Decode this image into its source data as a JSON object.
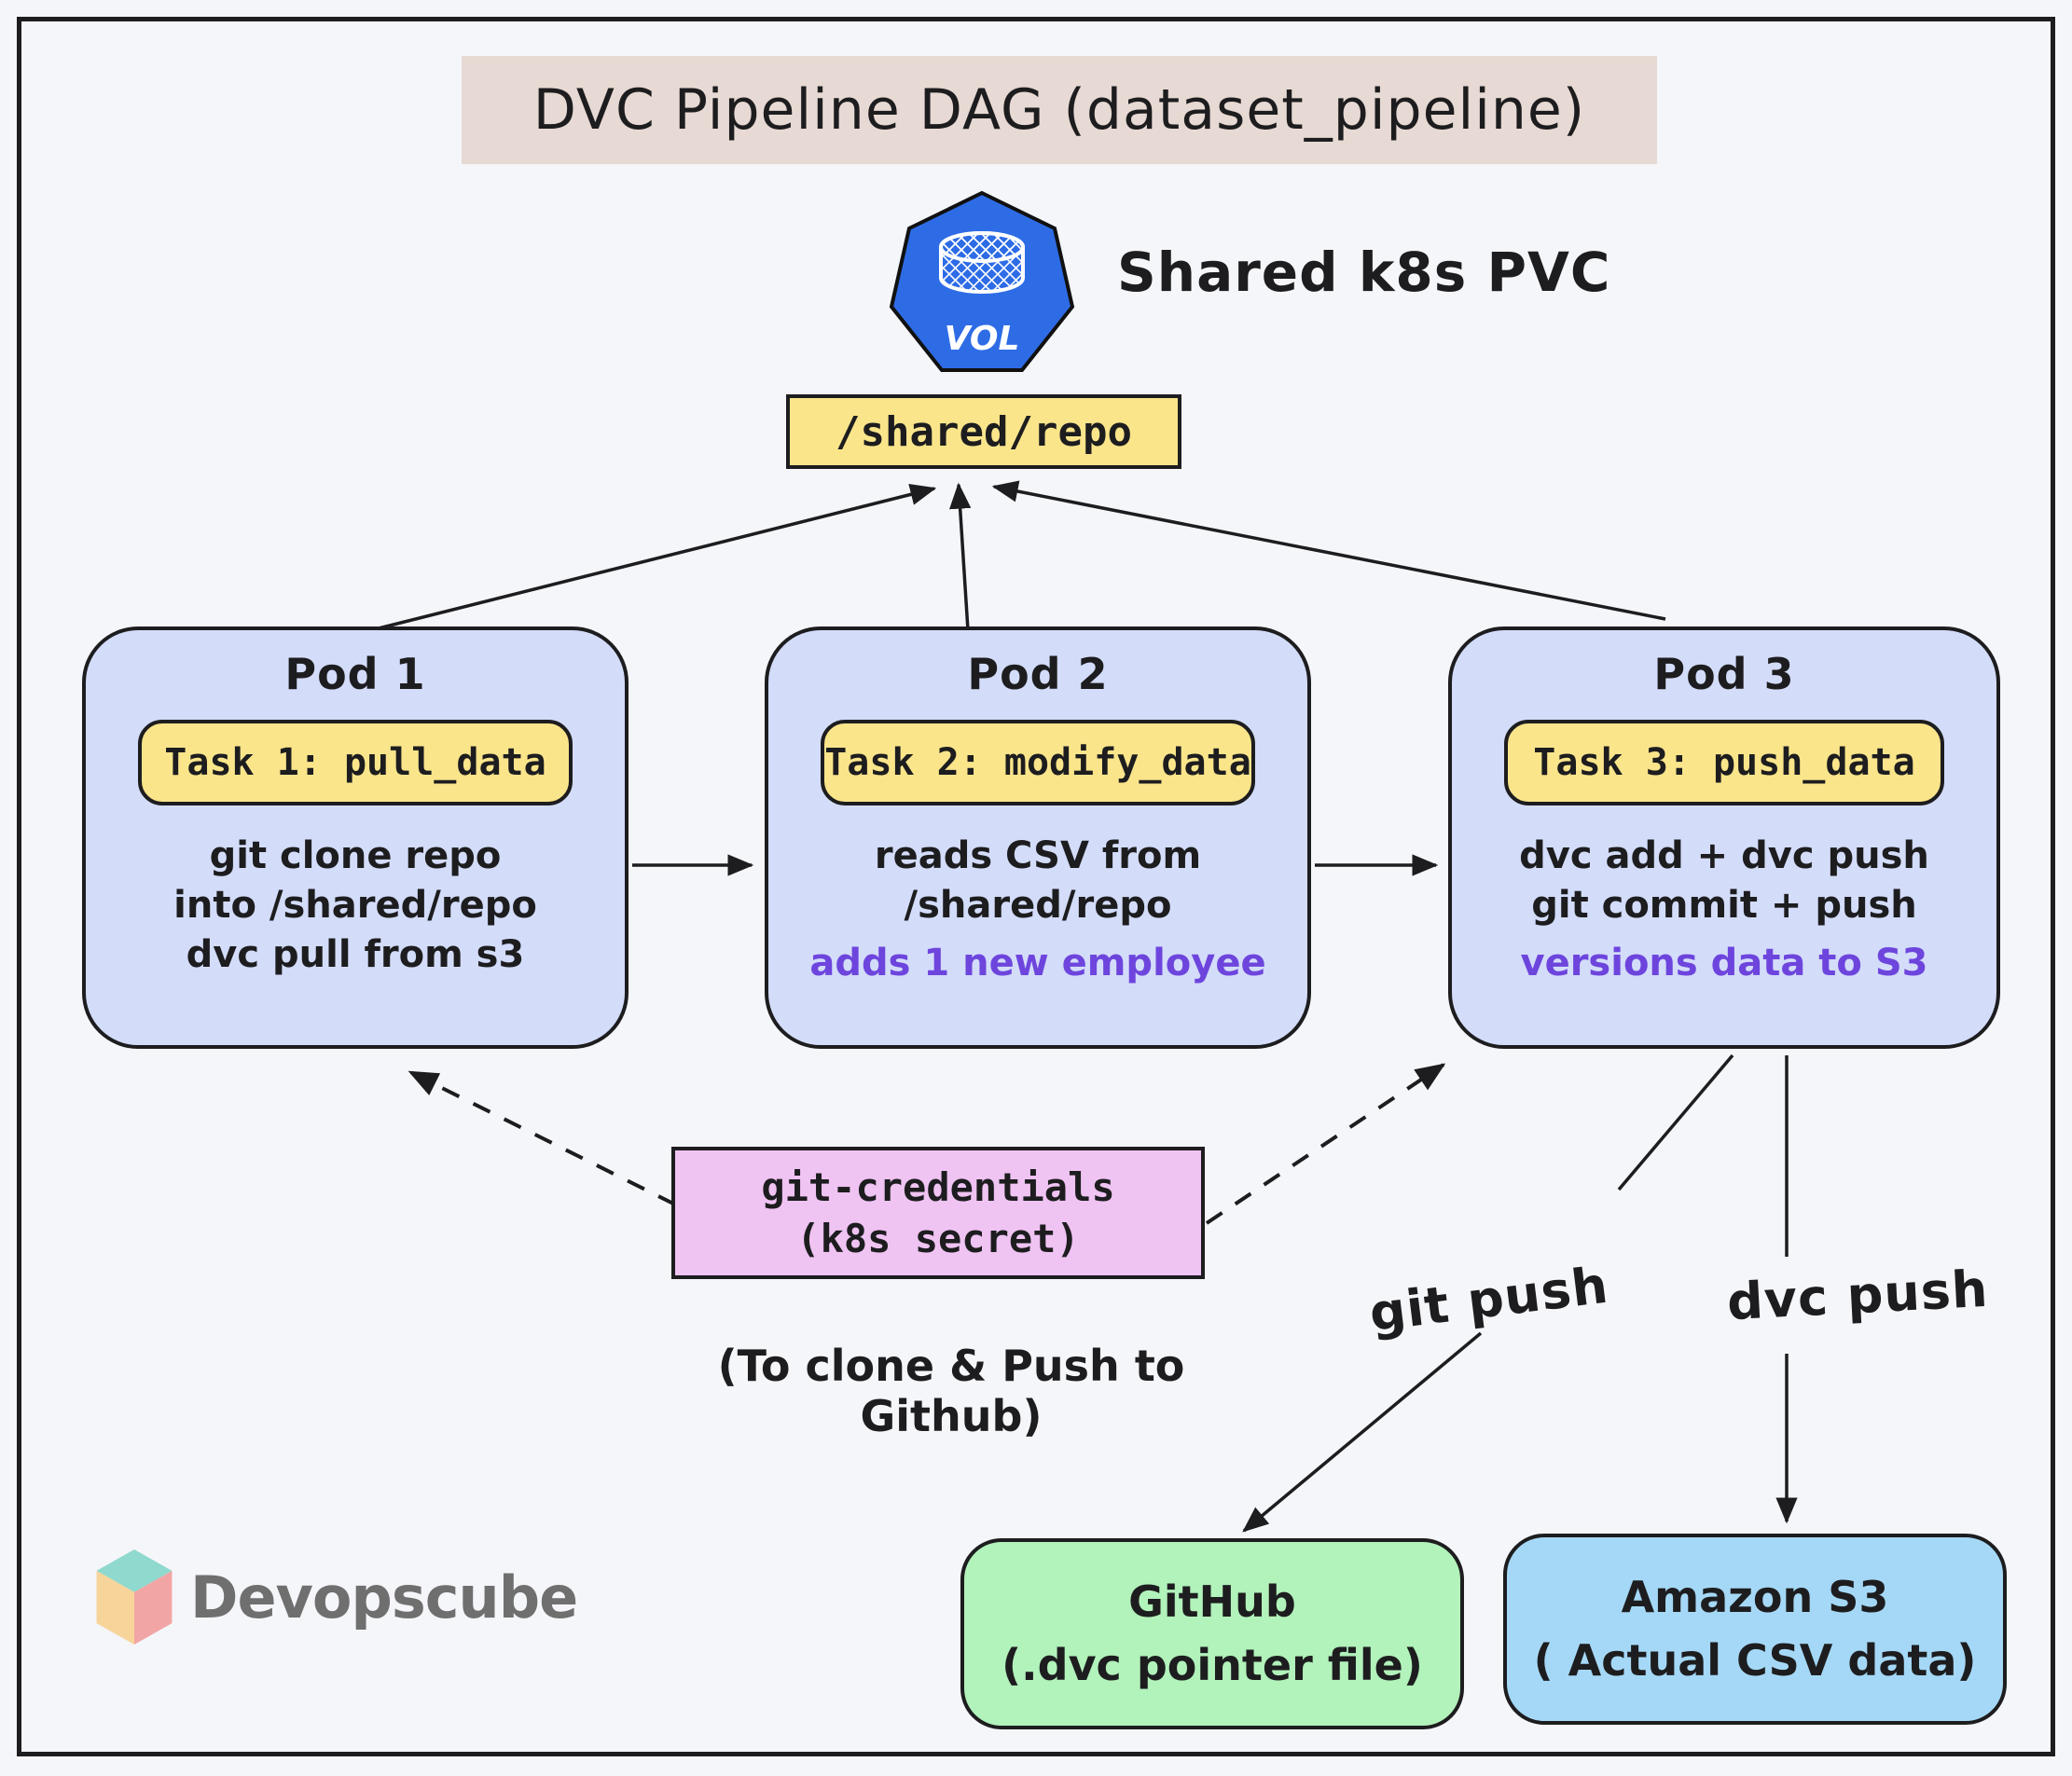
{
  "title": "DVC Pipeline DAG (dataset_pipeline)",
  "pvc": {
    "icon_label": "VOL",
    "label": "Shared k8s PVC"
  },
  "shared_repo": {
    "label": "/shared/repo"
  },
  "pods": [
    {
      "name": "Pod 1",
      "task": "Task 1: pull_data",
      "lines": [
        "git clone repo",
        "into /shared/repo",
        "dvc pull from s3"
      ]
    },
    {
      "name": "Pod 2",
      "task": "Task 2: modify_data",
      "lines": [
        "reads CSV from",
        "/shared/repo"
      ],
      "highlight": "adds 1 new employee"
    },
    {
      "name": "Pod 3",
      "task": "Task 3: push_data",
      "lines": [
        "dvc add + dvc push",
        "git commit + push"
      ],
      "highlight": "versions data to S3"
    }
  ],
  "secret": {
    "line1": "git-credentials",
    "line2": "(k8s secret)",
    "note": "(To clone & Push to Github)"
  },
  "edge_labels": {
    "git_push": "git push",
    "dvc_push": "dvc push"
  },
  "github": {
    "line1": "GitHub",
    "line2": "(.dvc pointer file)"
  },
  "s3": {
    "line1": "Amazon S3",
    "line2": "( Actual CSV data)"
  },
  "logo": {
    "text": "Devopscube"
  },
  "colors": {
    "background": "#f5f6fa",
    "frame": "#1d1d1f",
    "title_bg": "#e7d9d3",
    "pod_fill": "#d3dcf9",
    "task_fill": "#fae58b",
    "secret_fill": "#efc3f2",
    "github_fill": "#b2f2bb",
    "s3_fill": "#a5d8f6",
    "pvc_blue": "#2e6ce6",
    "highlight_purple": "#6d45dd",
    "logo_gray": "#6f6f6f",
    "logo_cube_top": "#8fd9ce",
    "logo_cube_left": "#f6d49a",
    "logo_cube_right": "#f2a5a5"
  }
}
